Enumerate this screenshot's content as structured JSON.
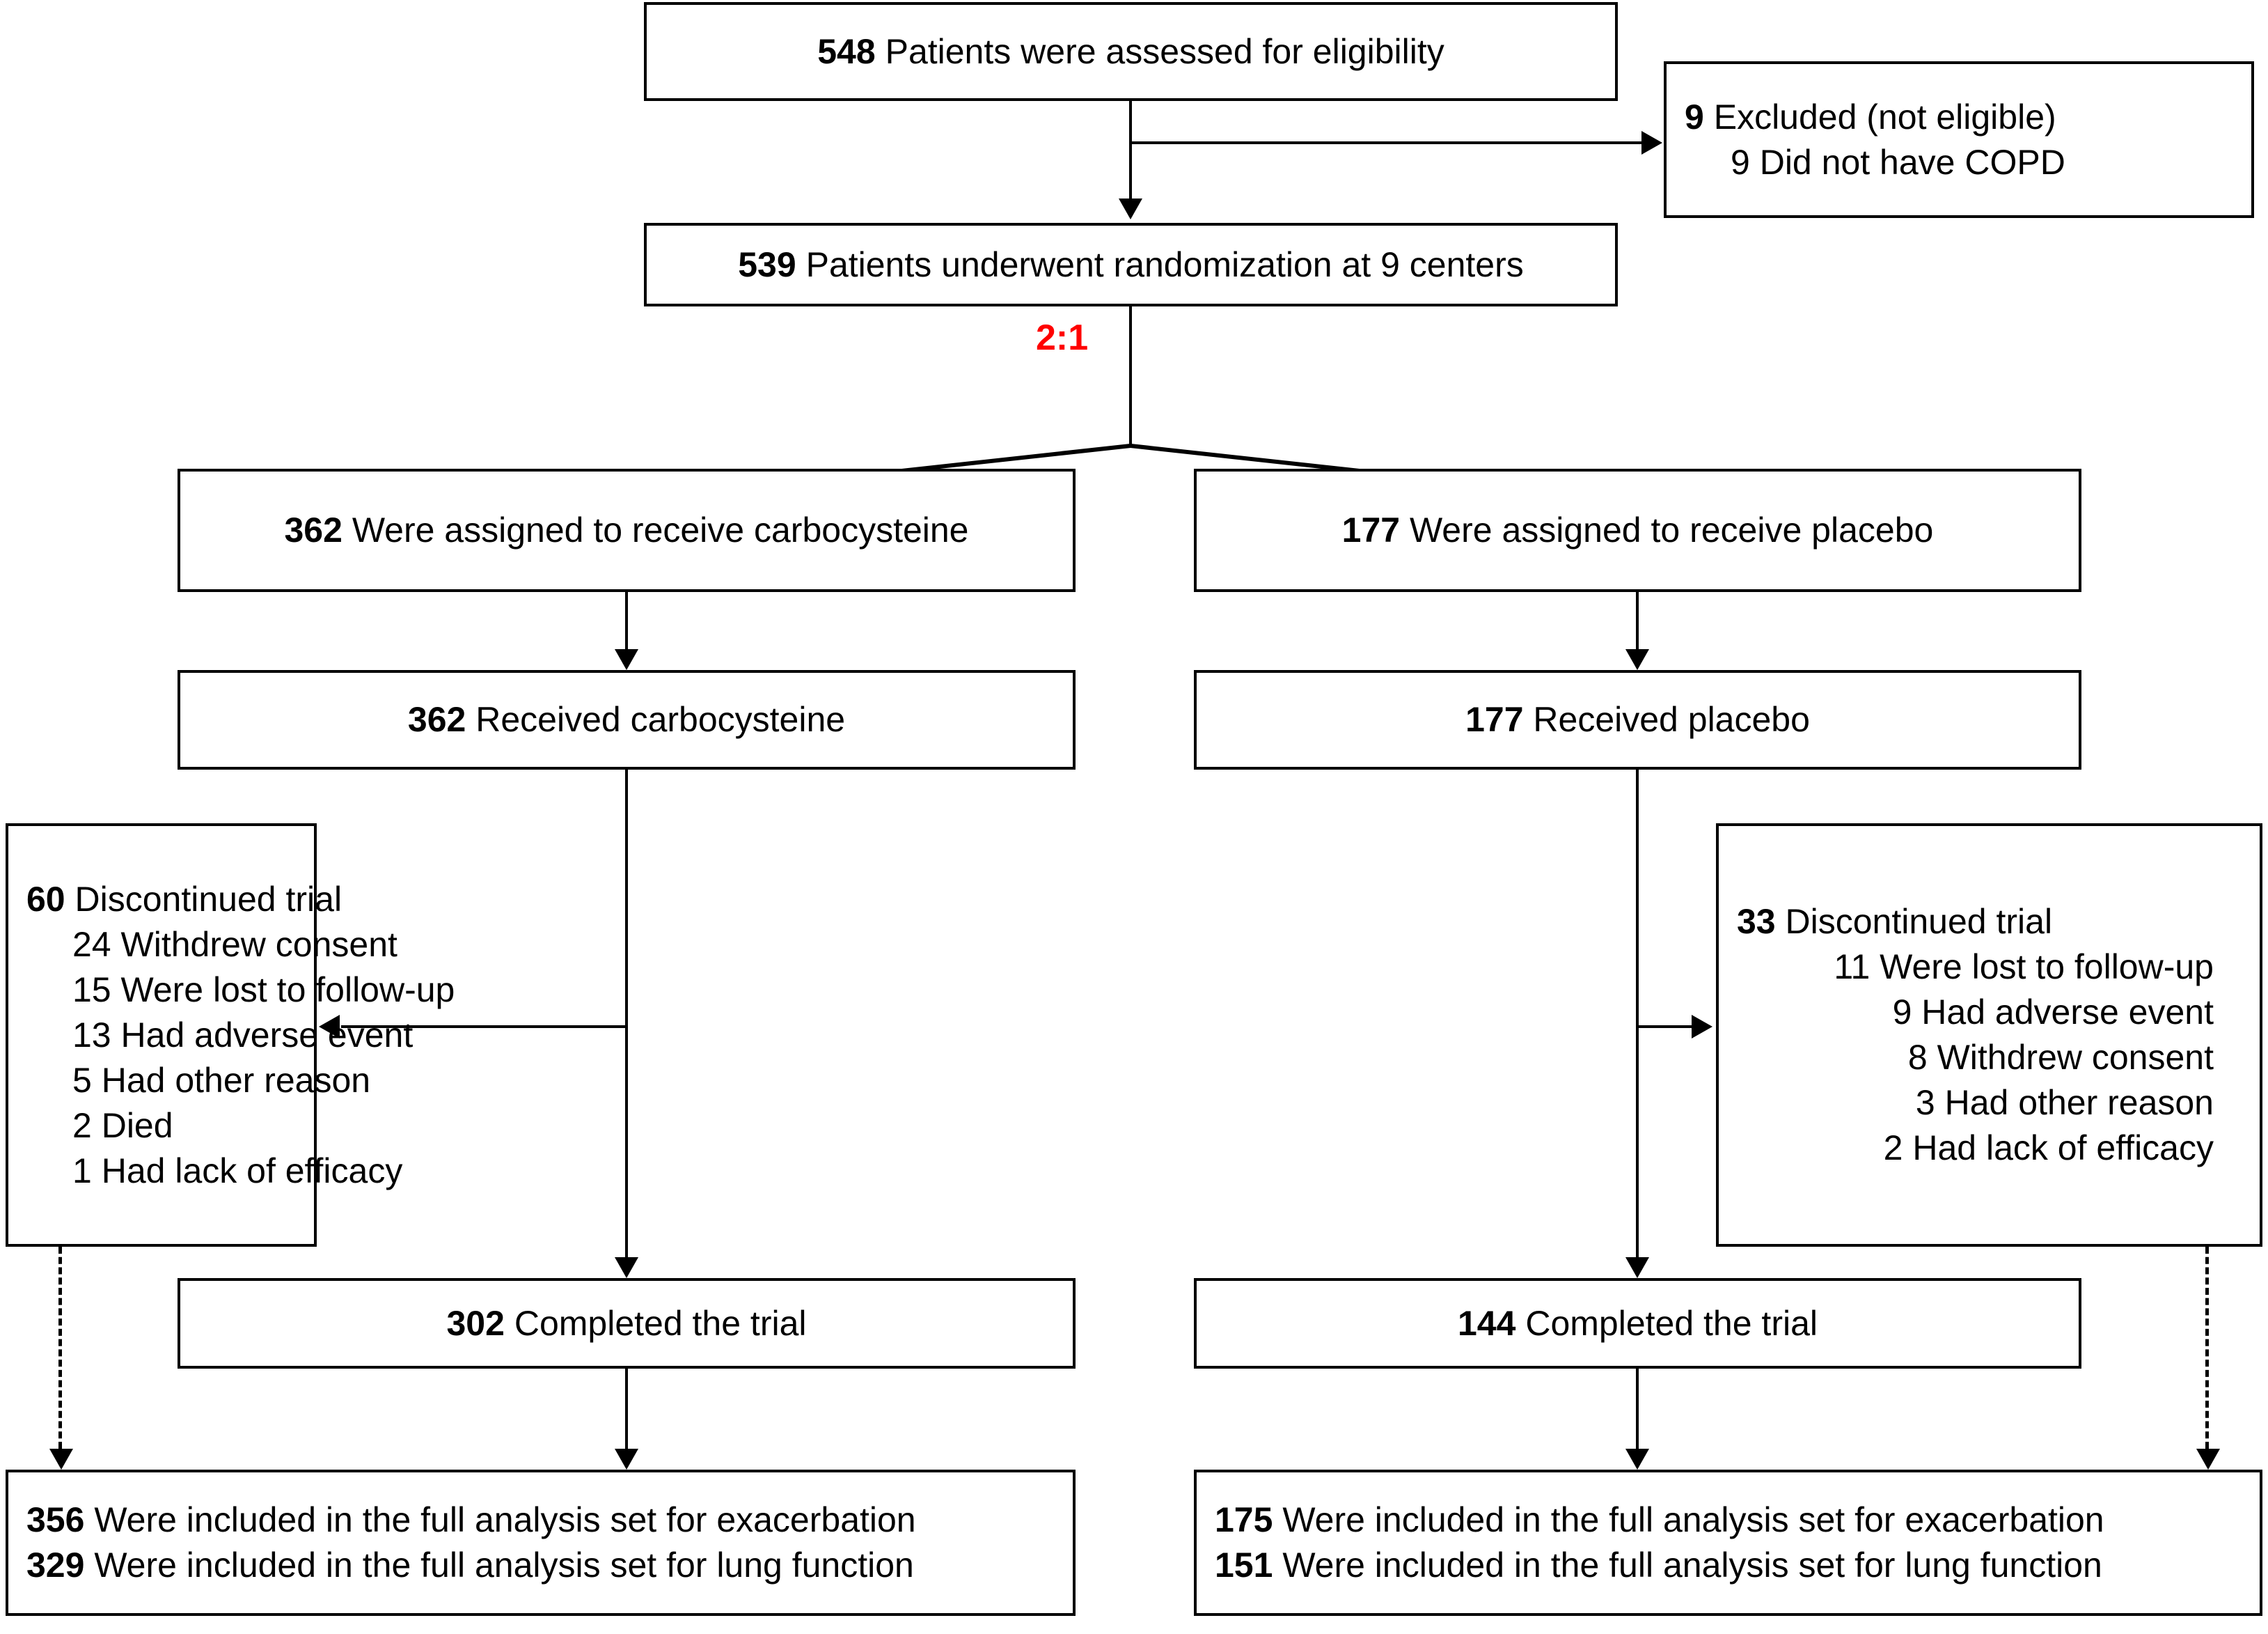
{
  "diagram": {
    "title": "CONSORT patient flow diagram",
    "accent_color": "#FF0000",
    "line_color": "#000000"
  },
  "nodes": {
    "eligibility": {
      "number": "548",
      "text": "Patients were assessed for eligibility"
    },
    "excluded": {
      "number": "9",
      "text": "Excluded (not eligible)",
      "reasons": [
        {
          "number": "9",
          "text": "Did not have COPD"
        }
      ]
    },
    "randomization": {
      "number": "539",
      "text": "Patients underwent randomization at 9 centers"
    },
    "ratio": {
      "label": "2:1"
    },
    "assigned_treatment": {
      "number": "362",
      "text": "Were assigned to receive carbocysteine"
    },
    "assigned_placebo": {
      "number": "177",
      "text": "Were assigned to receive placebo"
    },
    "received_treatment": {
      "number": "362",
      "text": "Received carbocysteine"
    },
    "received_placebo": {
      "number": "177",
      "text": "Received placebo"
    },
    "discontinued_treatment": {
      "number": "60",
      "text": "Discontinued trial",
      "reasons": [
        {
          "number": "24",
          "text": "Withdrew consent"
        },
        {
          "number": "15",
          "text": "Were lost to follow-up"
        },
        {
          "number": "13",
          "text": "Had adverse event"
        },
        {
          "number": "5",
          "text": "Had other reason"
        },
        {
          "number": "2",
          "text": "Died"
        },
        {
          "number": "1",
          "text": "Had lack of efficacy"
        }
      ]
    },
    "discontinued_placebo": {
      "number": "33",
      "text": "Discontinued trial",
      "reasons": [
        {
          "number": "11",
          "text": "Were lost to follow-up"
        },
        {
          "number": "9",
          "text": "Had adverse event"
        },
        {
          "number": "8",
          "text": "Withdrew consent"
        },
        {
          "number": "3",
          "text": "Had other reason"
        },
        {
          "number": "2",
          "text": "Had lack of efficacy"
        }
      ]
    },
    "completed_treatment": {
      "number": "302",
      "text": "Completed the trial"
    },
    "completed_placebo": {
      "number": "144",
      "text": "Completed the trial"
    },
    "analysis_treatment": {
      "lines": [
        {
          "number": "356",
          "text": "Were included in the full analysis set for exacerbation"
        },
        {
          "number": "329",
          "text": "Were included in the full analysis set for lung function"
        }
      ]
    },
    "analysis_placebo": {
      "lines": [
        {
          "number": "175",
          "text": "Were included in the full analysis set for exacerbation"
        },
        {
          "number": "151",
          "text": "Were included in the full analysis set for lung function"
        }
      ]
    }
  }
}
